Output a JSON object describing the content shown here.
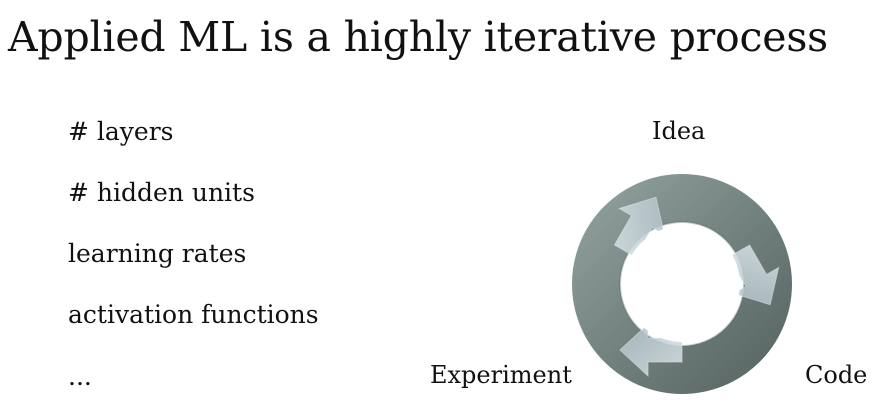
{
  "slide": {
    "title": "Applied ML is a highly iterative process",
    "bullets": [
      "# layers",
      "# hidden units",
      "learning rates",
      "activation functions",
      "..."
    ]
  },
  "cycle": {
    "labels": {
      "idea": "Idea",
      "code": "Code",
      "experiment": "Experiment"
    }
  },
  "colors": {
    "ring_dark": "#6f7f7c",
    "ring_mid": "#9aaba8",
    "arrow_light": "#c9d7dc"
  }
}
